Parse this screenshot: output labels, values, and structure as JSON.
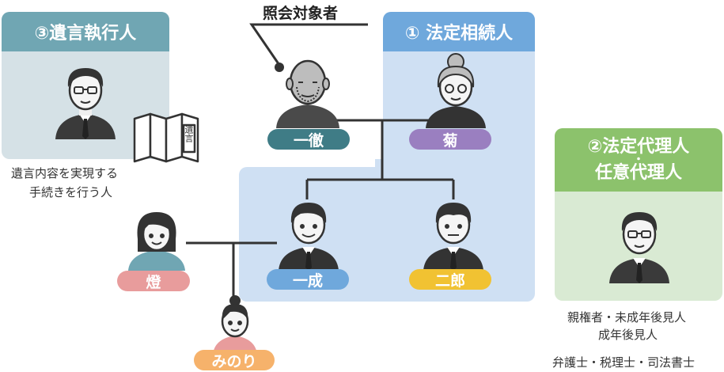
{
  "query_target_label": "照会対象者",
  "executor": {
    "header": "③遺言執行人",
    "description_line1": "遺言内容を実現する",
    "description_line2": "手続きを行う人",
    "will_document_text": "遺言"
  },
  "legal_heirs": {
    "header": "① 法定相続人"
  },
  "representatives": {
    "header_line1": "②法定代理人",
    "header_dot": "・",
    "header_line2": "任意代理人",
    "roles_line1": "親権者・未成年後見人",
    "roles_line2": "成年後見人",
    "professionals": "弁護士・税理士・司法書士"
  },
  "people": {
    "deceased": "一徹",
    "spouse": "菊",
    "eldest_son": "一成",
    "second_son": "二郎",
    "daughter_in_law": "燈",
    "grandchild": "みのり"
  },
  "colors": {
    "executor_panel": "#d5e1e6",
    "executor_header": "#70a6b3",
    "heirs_panel": "#cfe0f3",
    "heirs_header": "#6fa8dc",
    "rep_panel": "#d9ead3",
    "rep_header": "#8cc26c",
    "deceased_pill": "#3f7c86",
    "spouse_pill": "#9a7fc0",
    "eldest_pill": "#6fa8dc",
    "second_pill": "#f1c232",
    "daughter_in_law_pill": "#e89c9c",
    "grandchild_pill": "#f6b26b"
  }
}
